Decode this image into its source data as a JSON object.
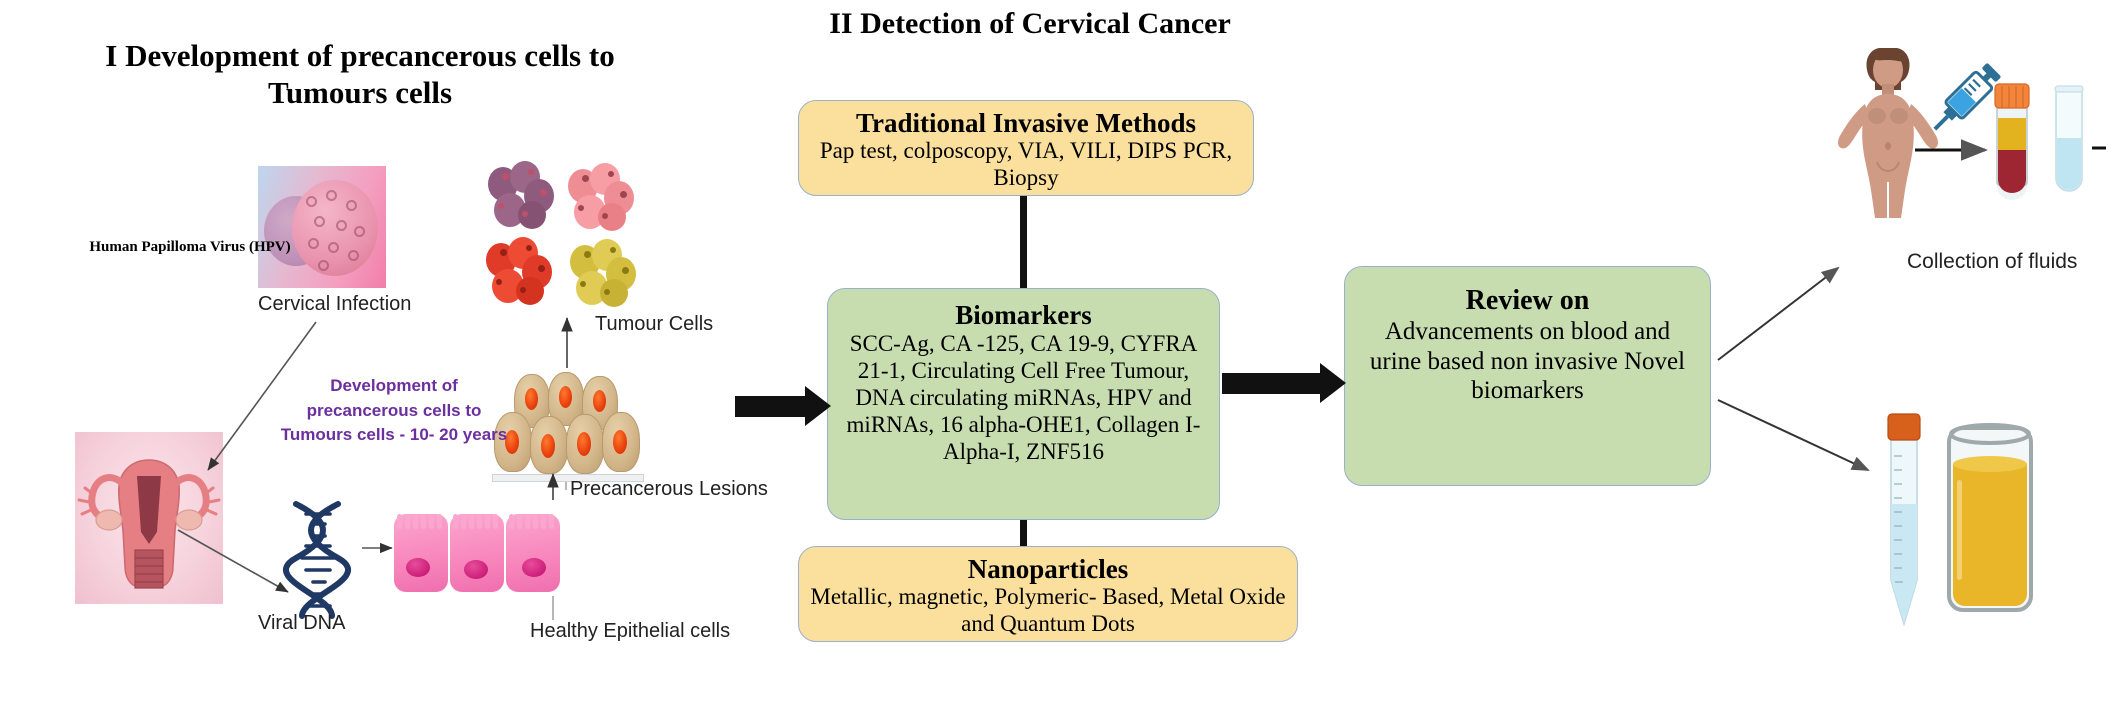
{
  "figure": {
    "headings": {
      "section_1": "I Development of precancerous cells to Tumours cells",
      "section_2": "II  Detection of Cervical Cancer"
    },
    "left_panel": {
      "labels": {
        "hpv": "Human Papilloma Virus (HPV)",
        "cervical_infection": "Cervical Infection",
        "tumour_cells": "Tumour Cells",
        "precancerous_lesions": "Precancerous Lesions",
        "viral_dna": "Viral DNA",
        "healthy_epithelial_cells": "Healthy Epithelial cells",
        "progression": "Development of precancerous cells to Tumours cells - 10- 20 years"
      },
      "progression_color": "#6b2f9e"
    },
    "flow_boxes": [
      {
        "id": "traditional-invasive-methods",
        "title": "Traditional Invasive Methods",
        "body": "Pap test,  colposcopy, VIA, VILI, DIPS PCR,  Biopsy",
        "fill": "#fadf9d",
        "border": "#9ab1cc"
      },
      {
        "id": "biomarkers",
        "title": "Biomarkers",
        "body": "SCC-Ag, CA -125, CA 19-9, CYFRA 21-1, Circulating Cell Free Tumour, DNA circulating  miRNAs, HPV and miRNAs, 16 alpha-OHE1, Collagen I- Alpha-I, ZNF516",
        "fill": "#c7ddb0",
        "border": "#9ab1cc"
      },
      {
        "id": "nanoparticles",
        "title": "Nanoparticles",
        "body": "Metallic, magnetic, Polymeric- Based, Metal Oxide and Quantum Dots",
        "fill": "#fadf9d",
        "border": "#9ab1cc"
      },
      {
        "id": "review-on",
        "title": "Review on",
        "body": "Advancements on blood and urine based non invasive Novel biomarkers",
        "fill": "#c7ddb0",
        "border": "#9ab1cc"
      }
    ],
    "right_panel": {
      "labels": {
        "collection_of_fluids": "Collection of fluids"
      },
      "illustrations": [
        "patient-figure-icon",
        "syringe-icon",
        "blood-collection-tube-icon",
        "clear-test-tube-icon",
        "urine-centrifuge-tube-icon",
        "urine-beaker-icon"
      ]
    },
    "illustration_colors": {
      "blood_red": "#9e2632",
      "serum_yellow": "#e3b21f",
      "urine_yellow": "#e8b628",
      "tube_cap_orange": "#e3651f",
      "syringe_blue": "#2e6f96",
      "clear_fluid_blue": "#bfe4f2",
      "tumour_purple": "#8e5a7d",
      "tumour_pink": "#ef8d94",
      "tumour_red": "#e03a29",
      "tumour_yellow": "#d4be3f",
      "epithelial_pink": "#f888bd",
      "lesion_tan": "#d4b88c",
      "lesion_nucleus": "#e8400d",
      "dna_navy": "#203864",
      "uterus_pink": "#e57f83"
    }
  }
}
